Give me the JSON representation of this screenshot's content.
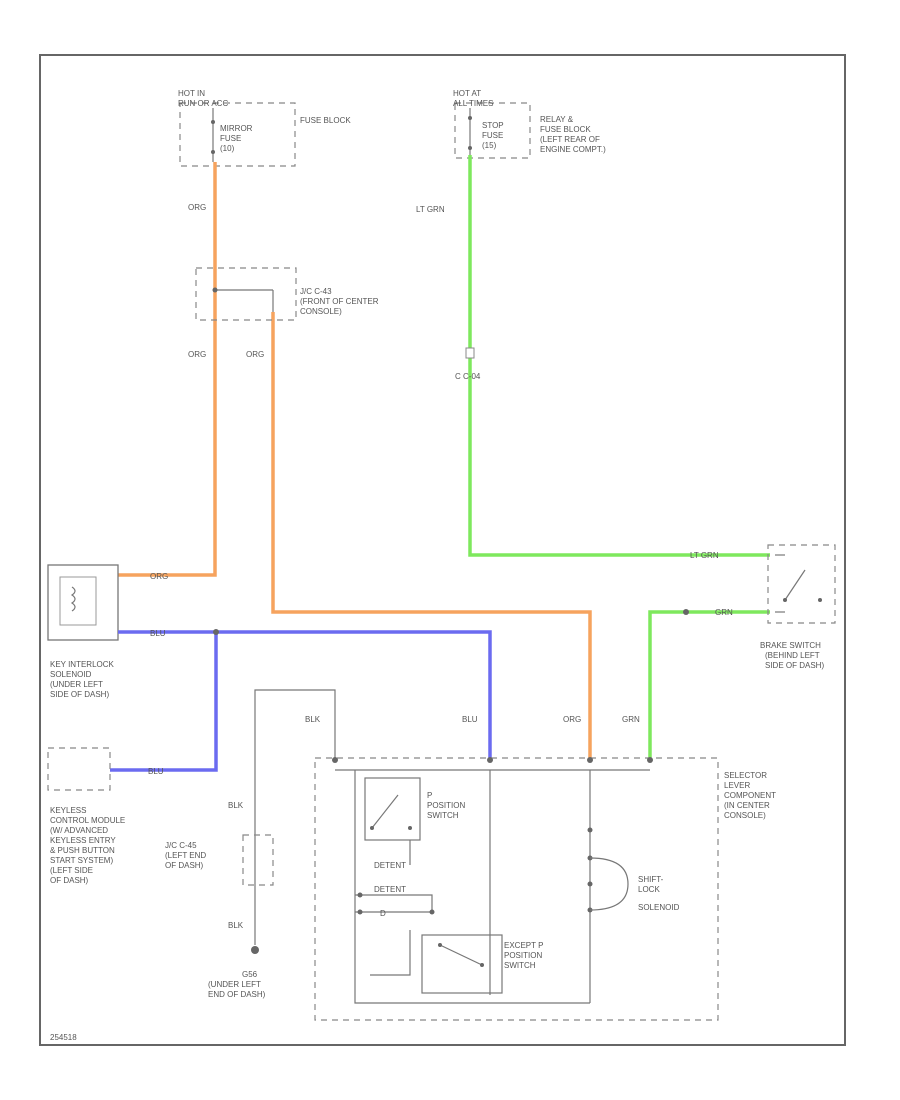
{
  "labels": {
    "hot_run_start": [
      "HOT IN",
      "RUN OR ACC"
    ],
    "mirror_fuse": [
      "MIRROR",
      "FUSE",
      "(10)"
    ],
    "fuse_block": "FUSE BLOCK",
    "hot_all_times": [
      "HOT AT",
      "ALL TIMES"
    ],
    "stop_fuse": [
      "STOP",
      "FUSE",
      "(15)"
    ],
    "relay_fuse_block": [
      "RELAY &",
      "FUSE BLOCK",
      "(LEFT REAR OF",
      "ENGINE COMPT.)"
    ],
    "jc_top": [
      "J/C C-43",
      "(FRONT OF CENTER",
      "CONSOLE)"
    ],
    "c_connector": "C  C-04",
    "key_interlock": [
      "KEY INTERLOCK",
      "SOLENOID",
      "(UNDER LEFT",
      "SIDE OF DASH)"
    ],
    "keyless_module": [
      "KEYLESS",
      "CONTROL MODULE",
      "(W/ ADVANCED",
      "KEYLESS ENTRY",
      "& PUSH BUTTON",
      "START SYSTEM)",
      "(LEFT SIDE",
      "OF DASH)"
    ],
    "brake_switch": [
      "BRAKE SWITCH",
      "(BEHIND LEFT",
      "SIDE OF DASH)"
    ],
    "selector_lever": [
      "SELECTOR",
      "LEVER",
      "COMPONENT",
      "(IN CENTER",
      "CONSOLE)"
    ],
    "p_position_switch": [
      "P",
      "POSITION",
      "SWITCH"
    ],
    "except_p_switch": [
      "EXCEPT P",
      "POSITION",
      "SWITCH"
    ],
    "shift_lock": [
      "SHIFT-",
      "LOCK",
      "SOLENOID"
    ],
    "jc_left": [
      "J/C C-45",
      "(LEFT END",
      "OF DASH)"
    ],
    "ground": [
      "G56",
      "(UNDER LEFT",
      "END OF DASH)"
    ],
    "footer_id": "254518"
  },
  "wire_colors": {
    "org": "ORG",
    "lt_grn": "LT GRN",
    "blu": "BLU",
    "blk": "BLK",
    "grn": "GRN",
    "switch_detent": "DETENT",
    "switch_d": "D"
  },
  "colors": {
    "orange_wire": "#f6a35e",
    "green_wire": "#7ee85d",
    "blue_wire": "#6b6bf0",
    "line": "#777777"
  }
}
